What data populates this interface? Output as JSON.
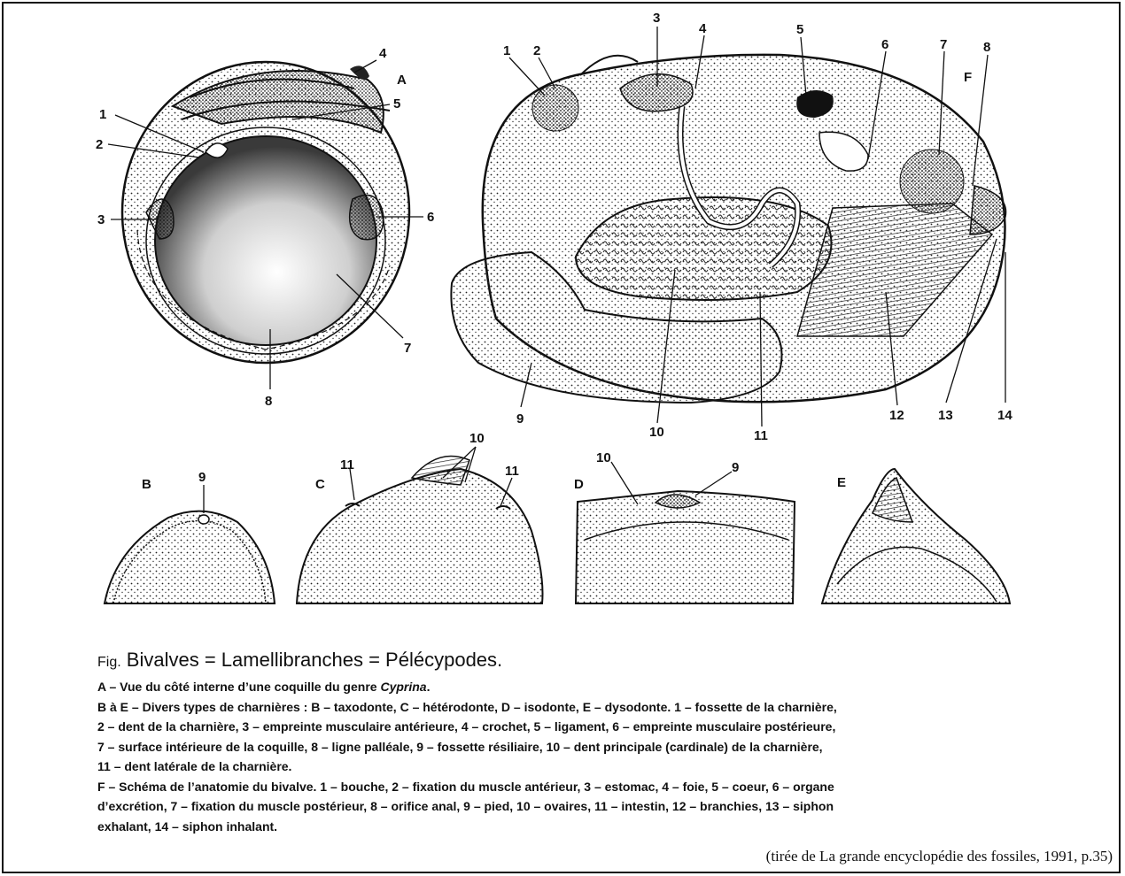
{
  "figure_a": {
    "letter": "A",
    "labels": [
      "1",
      "2",
      "3",
      "4",
      "5",
      "6",
      "7",
      "8"
    ]
  },
  "figure_f": {
    "letter": "F",
    "labels": [
      "1",
      "2",
      "3",
      "4",
      "5",
      "6",
      "7",
      "8",
      "9",
      "10",
      "11",
      "12",
      "13",
      "14"
    ]
  },
  "hinges": {
    "b": {
      "letter": "B",
      "labels": [
        "9"
      ]
    },
    "c": {
      "letter": "C",
      "labels": [
        "10",
        "11",
        "11"
      ]
    },
    "d": {
      "letter": "D",
      "labels": [
        "10",
        "9"
      ]
    },
    "e": {
      "letter": "E"
    }
  },
  "caption": {
    "fig_prefix": "Fig.",
    "title": "Bivalves = Lamellibranches = Pélécypodes.",
    "line_a_start": "A – Vue du côté interne d’une coquille du genre ",
    "line_a_genus": "Cyprina",
    "line_a_end": ".",
    "lines": [
      "B à E – Divers types de charnières : B – taxodonte, C – hétérodonte, D – isodonte, E – dysodonte. 1 – fossette de la charnière,",
      "2 – dent de la charnière, 3 – empreinte musculaire antérieure, 4 – crochet, 5 – ligament, 6 – empreinte musculaire postérieure,",
      "7 – surface intérieure de la coquille, 8 – ligne palléale, 9 – fossette résiliaire, 10 – dent principale (cardinale) de la charnière,",
      "11 – dent latérale de la charnière.",
      "F – Schéma de l’anatomie du bivalve. 1 – bouche, 2 – fixation du muscle antérieur, 3 – estomac, 4 – foie, 5 – coeur, 6 – organe",
      "d’excrétion, 7 – fixation du muscle postérieur, 8 – orifice anal, 9 – pied, 10 – ovaires, 11 – intestin, 12 – branchies, 13 – siphon",
      "exhalant, 14 – siphon inhalant."
    ]
  },
  "source": "(tirée de La grande encyclopédie des fossiles, 1991, p.35)"
}
